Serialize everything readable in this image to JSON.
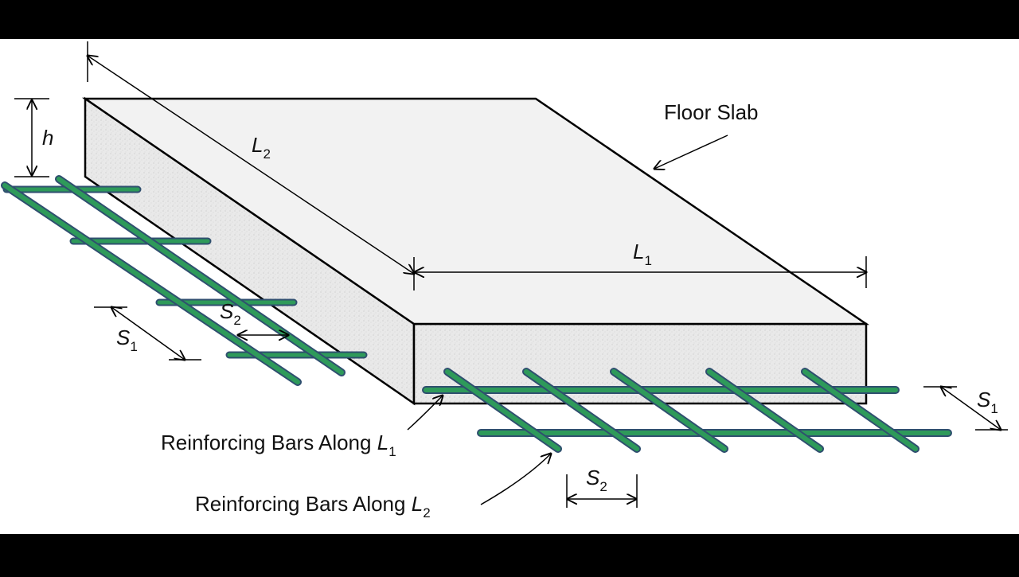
{
  "diagram": {
    "labels": {
      "floor_slab": "Floor Slab",
      "h": "h",
      "l2_main": "L",
      "l2_sub": "2",
      "l1_main": "L",
      "l1_sub": "1",
      "s1_left_main": "S",
      "s1_left_sub": "1",
      "s2_left_main": "S",
      "s2_left_sub": "2",
      "s1_right_main": "S",
      "s1_right_sub": "1",
      "s2_bottom_main": "S",
      "s2_bottom_sub": "2",
      "bars_l1_text": "Reinforcing Bars Along ",
      "bars_l1_main": "L",
      "bars_l1_sub": "1",
      "bars_l2_text": "Reinforcing Bars Along ",
      "bars_l2_main": "L",
      "bars_l2_sub": "2"
    },
    "colors": {
      "frame": "#000000",
      "canvas": "#ffffff",
      "slab_top": "#f2f2f2",
      "slab_face": "#e6e6e6",
      "rebar": "#2e9a5a",
      "rebar_edge": "#2f4f6f"
    }
  }
}
